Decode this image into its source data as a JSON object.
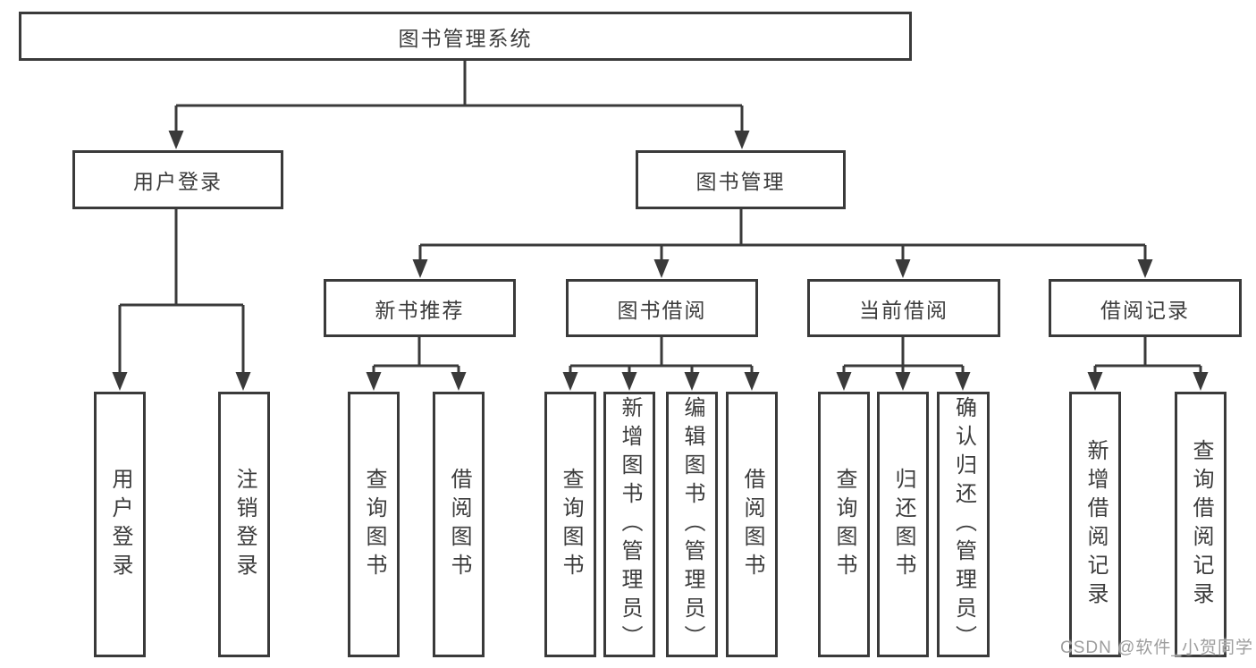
{
  "diagram": {
    "root": {
      "label": "图书管理系统"
    },
    "level2": {
      "user_login": {
        "label": "用户登录"
      },
      "book_mgmt": {
        "label": "图书管理"
      }
    },
    "level3": {
      "new_book_rec": {
        "label": "新书推荐"
      },
      "book_borrow": {
        "label": "图书借阅"
      },
      "current_borrow": {
        "label": "当前借阅"
      },
      "borrow_records": {
        "label": "借阅记录"
      }
    },
    "leaves": {
      "user_login": [
        "用户登录",
        "注销登录"
      ],
      "new_book_rec": [
        "查询图书",
        "借阅图书"
      ],
      "book_borrow": [
        "查询图书",
        "新增图书（管理员）",
        "编辑图书（管理员）",
        "借阅图书"
      ],
      "current_borrow": [
        "查询图书",
        "归还图书",
        "确认归还（管理员）"
      ],
      "borrow_records": [
        "新增借阅记录",
        "查询借阅记录"
      ]
    }
  },
  "watermark": "CSDN @软件_小贺同学",
  "colors": {
    "line": "#3a3a3a",
    "text": "#3c3c3c",
    "watermark_gray": "#9d9d9d",
    "background": "#ffffff"
  }
}
